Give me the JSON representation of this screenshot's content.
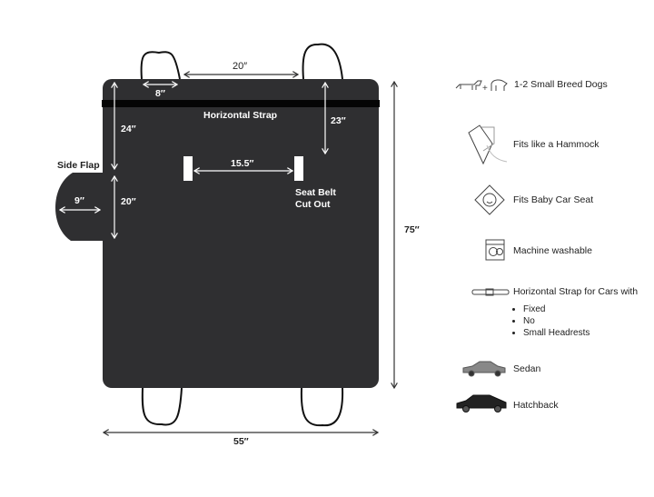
{
  "diagram": {
    "colors": {
      "mat": "#2f2f31",
      "strap": "#050505",
      "dimension_on_mat": "#ffffff",
      "dimension_outside": "#333333"
    },
    "labels": {
      "top_gap": "20″",
      "handle_width": "8″",
      "horizontal_strap": "Horizontal Strap",
      "upper_left": "24″",
      "lower_left": "20″",
      "strap_to_cutout": "23″",
      "side_flap": "Side Flap",
      "flap_depth": "9″",
      "cutout_spacing": "15.5″",
      "cutout_line1": "Seat Belt",
      "cutout_line2": "Cut Out",
      "length": "75″",
      "width": "55″"
    }
  },
  "legend": {
    "dogs": {
      "icon": "dogs-icon",
      "label": "1-2 Small Breed Dogs"
    },
    "hammock": {
      "icon": "hammock-icon",
      "label": "Fits like a Hammock"
    },
    "baby": {
      "icon": "baby-seat-icon",
      "label": "Fits Baby Car Seat"
    },
    "wash": {
      "icon": "washing-machine-icon",
      "label": "Machine washable"
    },
    "strap": {
      "icon": "strap-icon",
      "label": "Horizontal Strap for Cars with",
      "bullets": [
        "Fixed",
        "No",
        "Small Headrests"
      ]
    },
    "sedan": {
      "icon": "sedan-icon",
      "label": "Sedan"
    },
    "hatchback": {
      "icon": "hatchback-icon",
      "label": "Hatchback"
    }
  }
}
